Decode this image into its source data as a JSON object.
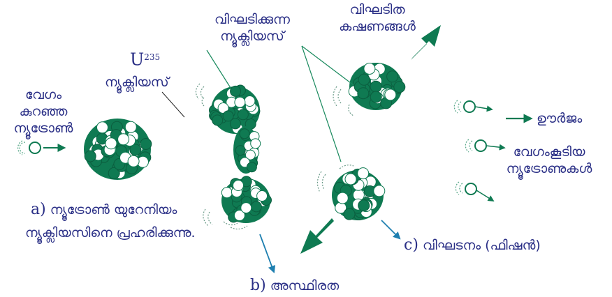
{
  "labels": {
    "slow_neutron": [
      "വേഗം",
      "കുറഞ്ഞ",
      "ന്യൂട്രോൺ"
    ],
    "uranium_prefix": "U",
    "uranium_mass": "235",
    "uranium_nucleus": "ന്യൂക്ലിയസ്",
    "splitting_nucleus": [
      "വിഘടിക്കുന്ന",
      "ന്യൂക്ലിയസ്"
    ],
    "fission_fragments": [
      "വിഘടിത",
      "കഷണങ്ങൾ"
    ],
    "energy": "ഊർജം",
    "fast_neutrons": [
      "വേഗംകൂടിയ",
      "ന്യൂട്രോണുകൾ"
    ],
    "step_a_letter": "a)",
    "step_a": "ന്യൂട്രോൺ യുറേനിയം",
    "step_a_line2": "ന്യൂക്ലിയസിനെ പ്രഹരിക്കുന്നു.",
    "step_b_letter": "b)",
    "step_b": "അസ്ഥിരത",
    "step_c_letter": "c)",
    "step_c": "വിഘടനം (ഫിഷൻ)"
  },
  "colors": {
    "nucleus": "#0f7a52",
    "label": "#2a2f86",
    "pointer_arrow": "#1e7fb0",
    "leader_line": "#1a8a5e"
  }
}
